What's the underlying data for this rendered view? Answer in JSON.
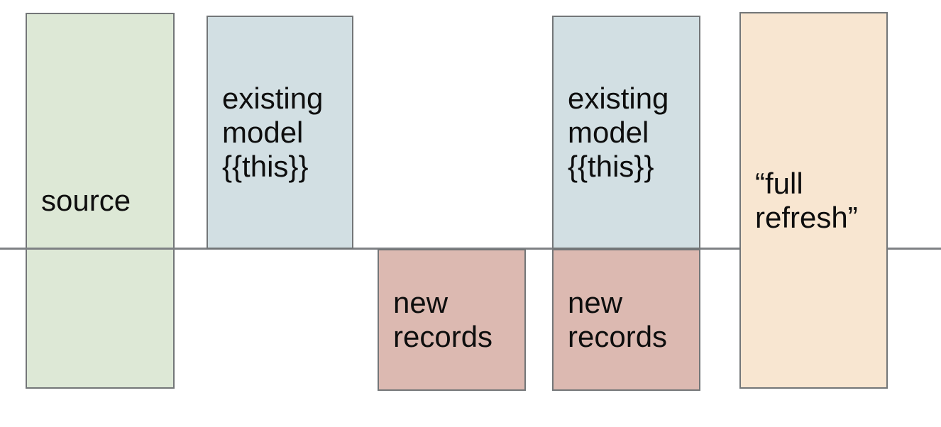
{
  "diagram": {
    "boxes": [
      {
        "id": "source",
        "label": "source",
        "fill": "green"
      },
      {
        "id": "existing-model-1",
        "label": "existing\nmodel\n{{this}}",
        "fill": "blue"
      },
      {
        "id": "new-records-1",
        "label": "new\nrecords",
        "fill": "red"
      },
      {
        "id": "existing-model-2",
        "label": "existing\nmodel\n{{this}}",
        "fill": "blue"
      },
      {
        "id": "new-records-2",
        "label": "new\nrecords",
        "fill": "red"
      },
      {
        "id": "full-refresh",
        "label": "“full\nrefresh”",
        "fill": "orange"
      }
    ],
    "palette": {
      "green": "#dde8d6",
      "blue": "#d2dfe3",
      "red": "#dcb9b1",
      "orange": "#f8e6d1",
      "border": "#737678",
      "line": "#7e8184",
      "text": "#0e0e0e",
      "background": "#ffffff"
    }
  }
}
